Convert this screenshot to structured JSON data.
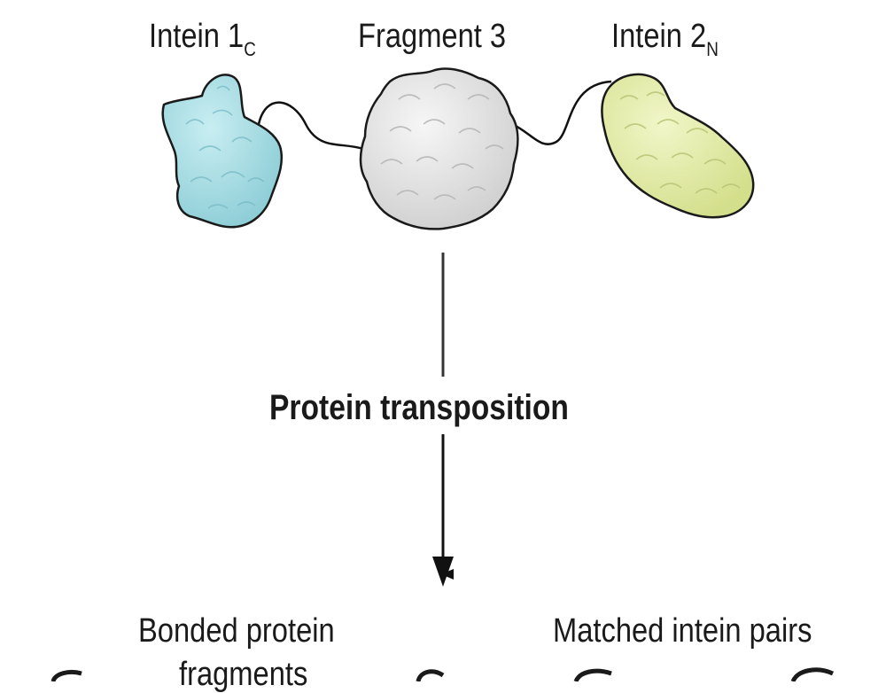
{
  "labels": {
    "intein1_main": "Intein 1",
    "intein1_sub": "C",
    "fragment3": "Fragment 3",
    "intein2_main": "Intein 2",
    "intein2_sub": "N",
    "process": "Protein transposition",
    "bonded_line1": "Bonded protein",
    "bonded_line2": "fragments",
    "matched": "Matched intein pairs"
  },
  "colors": {
    "intein1": "#9fd8df",
    "fragment3": "#e4e4e4",
    "intein2": "#e0e9a2",
    "outline": "#1a1a1a"
  }
}
